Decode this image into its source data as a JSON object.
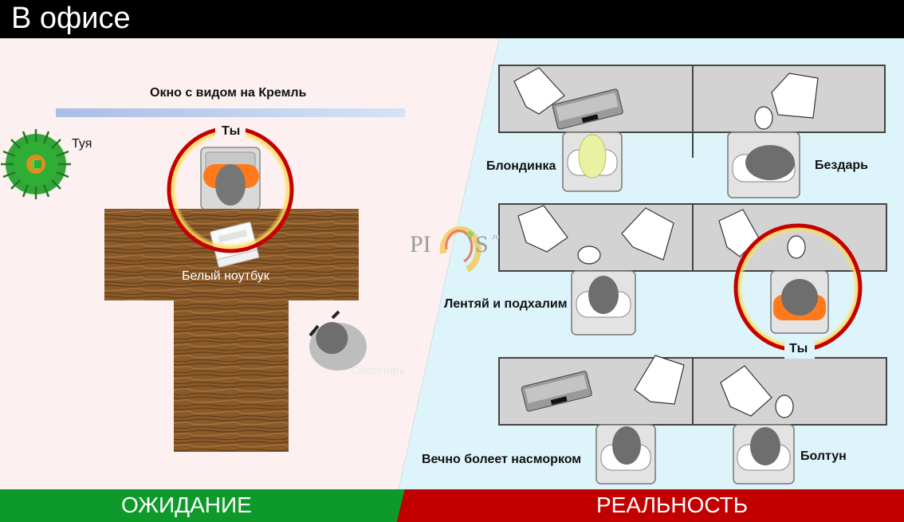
{
  "header": {
    "title": "В офисе"
  },
  "expectation": {
    "window_label": "Окно с видом на Кремль",
    "you_label": "Ты",
    "plant_label": "Туя",
    "laptop_label": "Белый ноутбук",
    "secretary_label": "Секретарь",
    "footer_label": "ОЖИДАНИЕ"
  },
  "reality": {
    "you_label": "Ты",
    "coworkers": [
      {
        "label": "Блондинка"
      },
      {
        "label": "Бездарь"
      },
      {
        "label": "Лентяй и подхалим"
      },
      {
        "label": "Вечно болеет насморком"
      },
      {
        "label": "Болтун"
      }
    ],
    "footer_label": "РЕАЛЬНОСТЬ"
  },
  "watermark": {
    "text_left": "PI",
    "text_right": "S",
    "suffix": ".ru"
  },
  "colors": {
    "expectation_bg": "#fcf1f0",
    "reality_bg": "#def4fb",
    "expectation_footer": "#0d9a2a",
    "reality_footer": "#c20000",
    "highlight_ring": "#c40000",
    "chair_orange": "#ff7a1a"
  }
}
